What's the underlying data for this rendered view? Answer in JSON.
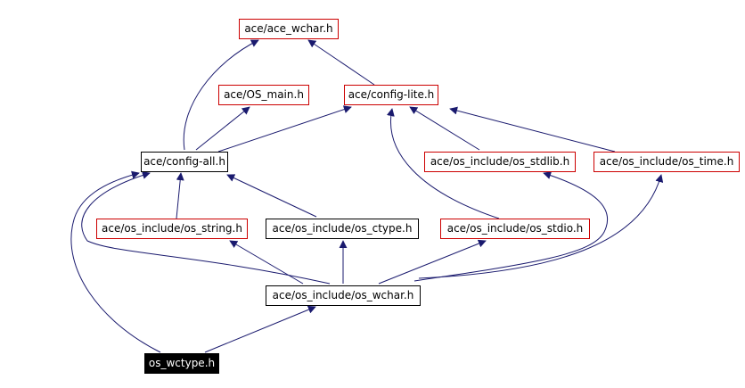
{
  "diagram": {
    "edge_color": "#1a1a6e",
    "nodes": {
      "ace_wchar": {
        "label": "ace/ace_wchar.h"
      },
      "os_main": {
        "label": "ace/OS_main.h"
      },
      "config_lite": {
        "label": "ace/config-lite.h"
      },
      "config_all": {
        "label": "ace/config-all.h"
      },
      "os_stdlib": {
        "label": "ace/os_include/os_stdlib.h"
      },
      "os_time": {
        "label": "ace/os_include/os_time.h"
      },
      "os_string": {
        "label": "ace/os_include/os_string.h"
      },
      "os_ctype": {
        "label": "ace/os_include/os_ctype.h"
      },
      "os_stdio": {
        "label": "ace/os_include/os_stdio.h"
      },
      "os_wchar": {
        "label": "ace/os_include/os_wchar.h"
      },
      "os_wctype": {
        "label": "os_wctype.h"
      }
    }
  }
}
